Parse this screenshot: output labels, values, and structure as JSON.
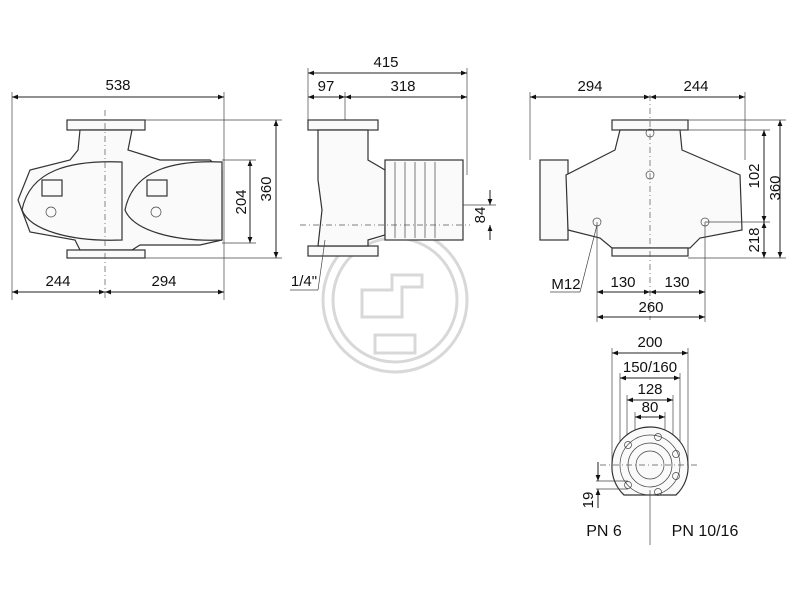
{
  "front_view": {
    "overall_width": "538",
    "height_total": "360",
    "height_head": "204",
    "left_offset": "244",
    "right_offset": "294"
  },
  "side_view": {
    "overall_length": "415",
    "flange_depth": "97",
    "motor_length": "318",
    "axis_height": "84",
    "port_label": "1/4\""
  },
  "rear_view": {
    "left_width": "294",
    "right_width": "244",
    "height_upper": "102",
    "height_total": "360",
    "height_lower": "218",
    "bolt_label": "M12",
    "foot_left": "130",
    "foot_right": "130",
    "foot_span": "260"
  },
  "flange_view": {
    "outer_diameter": "200",
    "bolt_circle": "150/160",
    "raised_face": "128",
    "bore": "80",
    "offset": "19",
    "pn_left": "PN 6",
    "pn_right": "PN 10/16"
  },
  "colors": {
    "line": "#222222",
    "watermark": "#d8d8d8"
  }
}
